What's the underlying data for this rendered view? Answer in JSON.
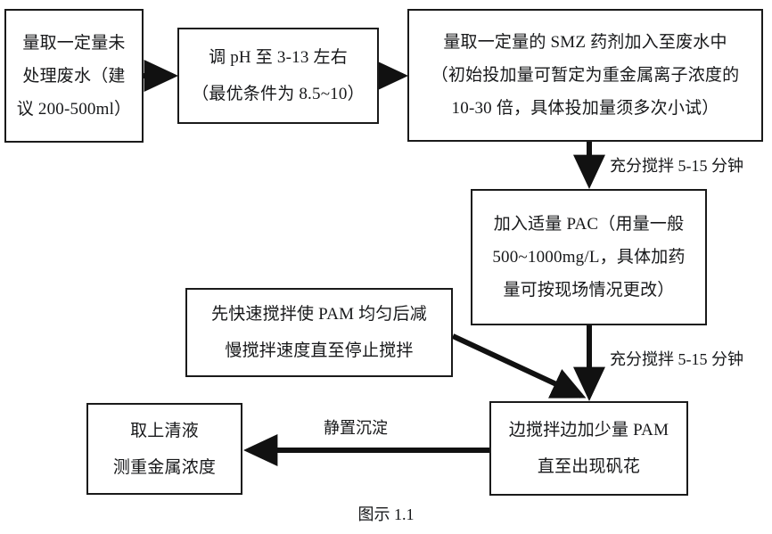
{
  "diagram": {
    "caption": "图示 1.1",
    "nodes": [
      {
        "id": "intake",
        "lines": [
          "量取一定量未",
          "处理废水（建",
          "议 200-500ml）"
        ]
      },
      {
        "id": "ph",
        "lines": [
          "调 pH 至 3-13 左右",
          "（最优条件为 8.5~10）"
        ]
      },
      {
        "id": "smz",
        "lines": [
          "量取一定量的 SMZ 药剂加入至废水中",
          "（初始投加量可暂定为重金属离子浓度的",
          "10-30 倍，具体投加量须多次小试）"
        ]
      },
      {
        "id": "pac",
        "lines": [
          "加入适量 PAC（用量一般",
          "500~1000mg/L，具体加药",
          "量可按现场情况更改）"
        ]
      },
      {
        "id": "pam_note",
        "lines": [
          "先快速搅拌使 PAM 均匀后减",
          "慢搅拌速度直至停止搅拌"
        ]
      },
      {
        "id": "pam",
        "lines": [
          "边搅拌边加少量 PAM",
          "直至出现矾花"
        ]
      },
      {
        "id": "result",
        "lines": [
          "取上清液",
          "测重金属浓度"
        ]
      }
    ],
    "edge_labels": {
      "stir_1": "充分搅拌 5-15 分钟",
      "stir_2": "充分搅拌 5-15 分钟",
      "settle": "静置沉淀"
    },
    "colors": {
      "stroke": "#1a1a1a",
      "text": "#17181a",
      "background": "#ffffff"
    }
  }
}
